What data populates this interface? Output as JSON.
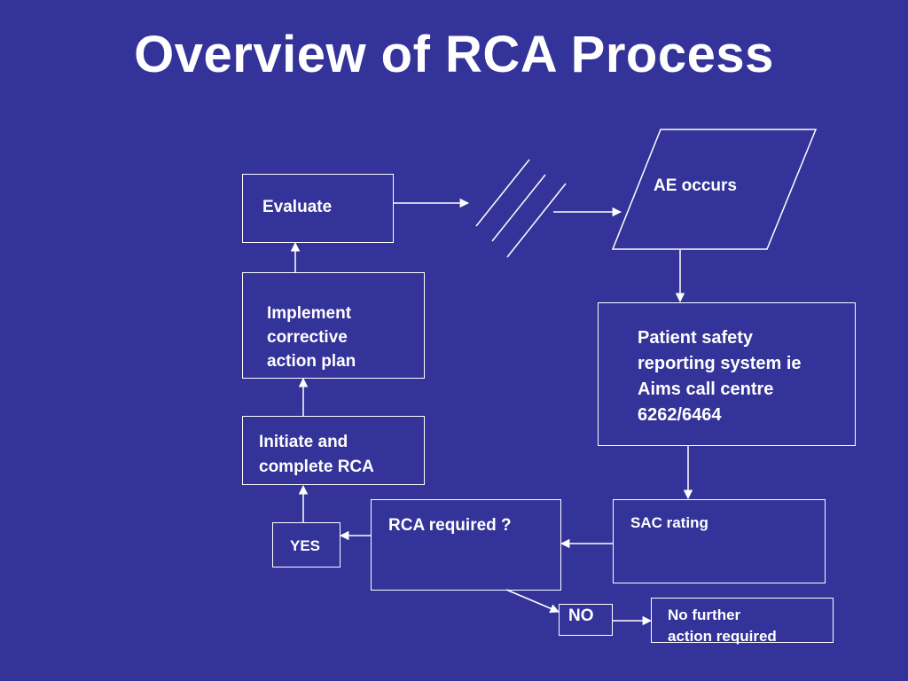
{
  "slide": {
    "title": "Overview of RCA Process"
  },
  "nodes": {
    "ae_occurs": "AE occurs",
    "patient_safety": "Patient safety\nreporting system ie\nAims call centre\n6262/6464",
    "sac_rating": "SAC rating",
    "rca_required": "RCA required ?",
    "yes": "YES",
    "no": "NO",
    "no_further_action": "No further\naction required",
    "initiate_rca": "Initiate and\ncomplete RCA",
    "implement_plan": "Implement\ncorrective\naction plan",
    "evaluate": "Evaluate"
  },
  "colors": {
    "background": "#333399",
    "foreground": "#ffffff"
  }
}
